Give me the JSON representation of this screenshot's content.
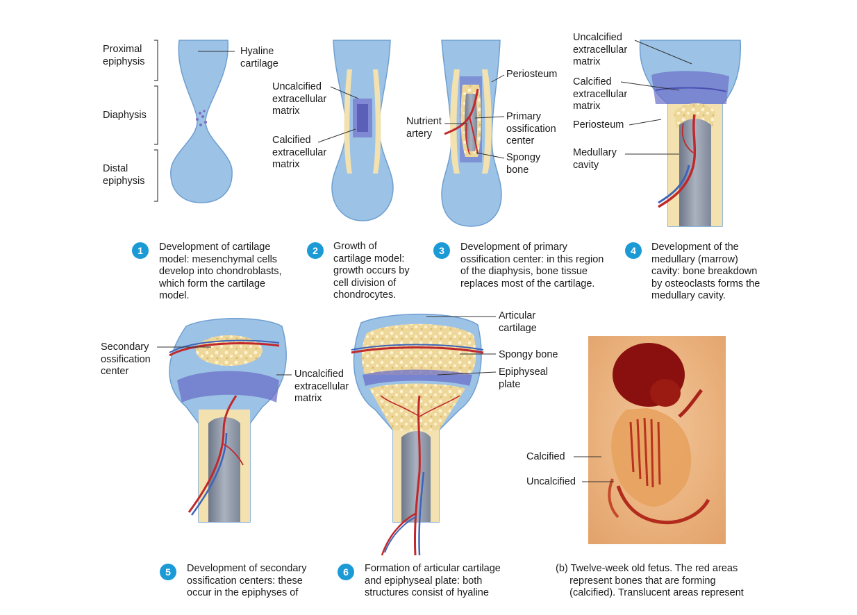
{
  "stage1": {
    "labels": {
      "proximal": "Proximal\nepiphysis",
      "diaphysis": "Diaphysis",
      "distal": "Distal\nepiphysis",
      "hyaline": "Hyaline\ncartilage"
    },
    "badge": "1",
    "caption": "Development of cartilage\nmodel: mesenchymal cells\ndevelop into chondroblasts,\nwhich form the cartilage\nmodel."
  },
  "stage2": {
    "labels": {
      "uncalcified": "Uncalcified\nextracellular\nmatrix",
      "calcified": "Calcified\nextracellular\nmatrix"
    },
    "badge": "2",
    "caption": "Growth of\ncartilage model:\ngrowth occurs by\ncell division of\nchondrocytes."
  },
  "stage3": {
    "labels": {
      "periosteum": "Periosteum",
      "nutrient": "Nutrient\nartery",
      "primary": "Primary\nossification\ncenter",
      "spongy": "Spongy\nbone"
    },
    "badge": "3",
    "caption": "Development of primary\nossification center: in this region\nof the diaphysis, bone tissue\nreplaces most of the cartilage."
  },
  "stage4": {
    "labels": {
      "uncalcified": "Uncalcified\nextracellular\nmatrix",
      "calcified": "Calcified\nextracellular\nmatrix",
      "periosteum": "Periosteum",
      "medullary": "Medullary\ncavity"
    },
    "badge": "4",
    "caption": "Development of the\nmedullary (marrow)\ncavity: bone breakdown\nby osteoclasts forms the\nmedullary cavity."
  },
  "stage5": {
    "labels": {
      "secondary": "Secondary\nossification\ncenter",
      "uncalcified": "Uncalcified\nextracellular\nmatrix"
    },
    "badge": "5",
    "caption": "Development of secondary\nossification centers: these\noccur in the epiphyses of"
  },
  "stage6": {
    "labels": {
      "articular": "Articular\ncartilage",
      "spongy": "Spongy bone",
      "epiphyseal": "Epiphyseal\nplate"
    },
    "badge": "6",
    "caption": "Formation of articular cartilage\nand epiphyseal plate: both\nstructures consist of hyaline"
  },
  "photo": {
    "labels": {
      "calcified": "Calcified",
      "uncalcified": "Uncalcified"
    },
    "caption": "(b) Twelve-week old fetus. The red areas\n     represent bones that are forming\n     (calcified). Translucent areas represent"
  },
  "colors": {
    "cartilage": "#9cc2e6",
    "cartilage_edge": "#6f9fd0",
    "bone_collar": "#f3e2b0",
    "cavity": "#8e97a6",
    "artery": "#c0282c",
    "vein": "#3e64b8",
    "badge": "#1c9ad6"
  }
}
